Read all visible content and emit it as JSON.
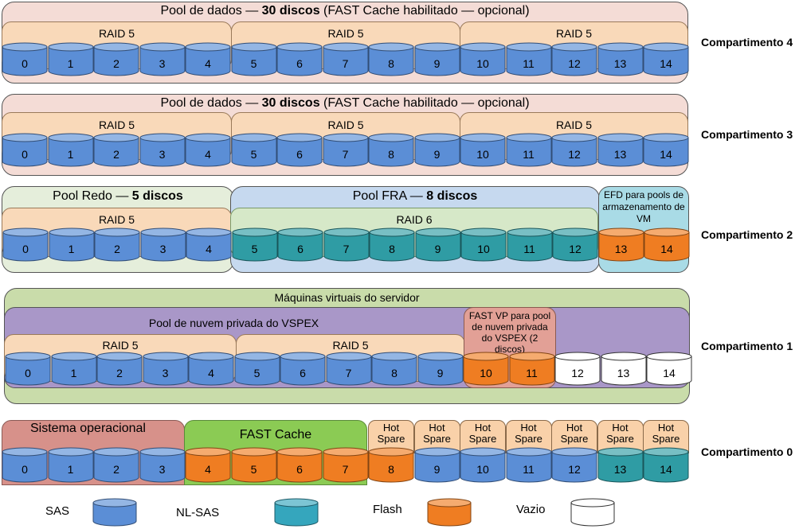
{
  "colors": {
    "sas": "#5b8ed6",
    "nlsas": "#35a6bd",
    "flash": "#ef7d22",
    "empty": "#ffffff",
    "raid6_teal": "#2f9ca4"
  },
  "enc4": {
    "label": "Compartimento 4",
    "pool": {
      "pre": "Pool de dados — ",
      "bold": "30 discos",
      "post": " (FAST Cache habilitado — opcional)"
    },
    "raid": [
      "RAID 5",
      "RAID 5",
      "RAID 5"
    ],
    "disks": [
      "0",
      "1",
      "2",
      "3",
      "4",
      "5",
      "6",
      "7",
      "8",
      "9",
      "10",
      "11",
      "12",
      "13",
      "14"
    ]
  },
  "enc3": {
    "label": "Compartimento 3",
    "pool": {
      "pre": "Pool de dados — ",
      "bold": "30 discos",
      "post": " (FAST Cache habilitado — opcional)"
    },
    "raid": [
      "RAID 5",
      "RAID 5",
      "RAID 5"
    ],
    "disks": [
      "0",
      "1",
      "2",
      "3",
      "4",
      "5",
      "6",
      "7",
      "8",
      "9",
      "10",
      "11",
      "12",
      "13",
      "14"
    ]
  },
  "enc2": {
    "label": "Compartimento 2",
    "redo": {
      "pre": "Pool Redo — ",
      "bold": "5 discos"
    },
    "fra": {
      "pre": "Pool FRA — ",
      "bold": "8 discos"
    },
    "efd": "EFD para pools de armazenamento de VM",
    "raid5": "RAID 5",
    "raid6": "RAID 6",
    "disks": [
      "0",
      "1",
      "2",
      "3",
      "4",
      "5",
      "6",
      "7",
      "8",
      "9",
      "10",
      "11",
      "12",
      "13",
      "14"
    ]
  },
  "enc1": {
    "label": "Compartimento 1",
    "vms": "Máquinas virtuais do servidor",
    "cloud_pool": "Pool de nuvem privada do VSPEX",
    "fastvp": "FAST VP para pool de nuvem privada do VSPEX (2 discos)",
    "raid": [
      "RAID 5",
      "RAID 5"
    ],
    "disks": [
      "0",
      "1",
      "2",
      "3",
      "4",
      "5",
      "6",
      "7",
      "8",
      "9",
      "10",
      "11",
      "12",
      "13",
      "14"
    ]
  },
  "enc0": {
    "label": "Compartimento 0",
    "os": "Sistema operacional",
    "fast_cache": "FAST Cache",
    "hot_spare": [
      "Hot\nSpare",
      "Hot\nSpare",
      "Hot\nSpare",
      "Hot\nSpare",
      "Hot\nSpare",
      "Hot\nSpare",
      "Hot\nSpare"
    ],
    "disks": [
      "0",
      "1",
      "2",
      "3",
      "4",
      "5",
      "6",
      "7",
      "8",
      "9",
      "10",
      "11",
      "12",
      "13",
      "14"
    ]
  },
  "legend": {
    "sas": "SAS",
    "nlsas": "NL-SAS",
    "flash": "Flash",
    "empty": "Vazio"
  }
}
